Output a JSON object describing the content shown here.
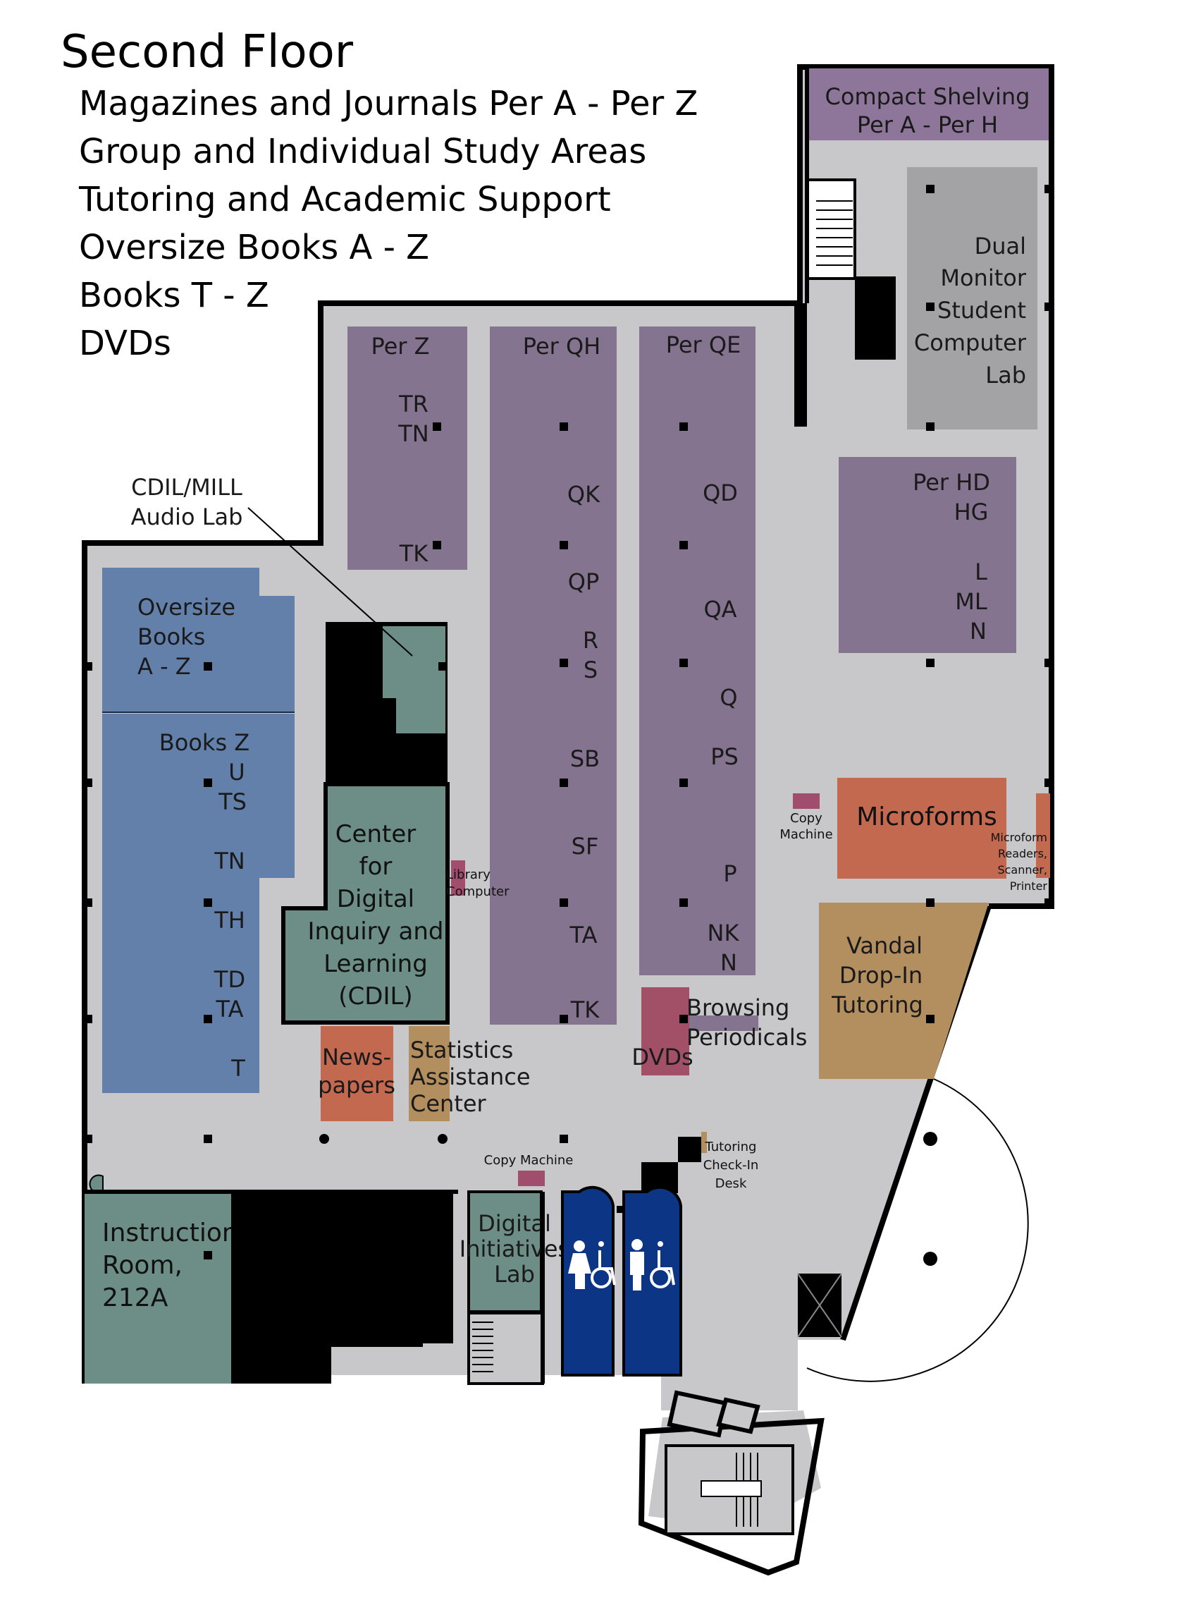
{
  "header": {
    "title": "Second Floor",
    "lines": [
      "Magazines and Journals Per A - Per Z",
      "Group and Individual Study Areas",
      "Tutoring and Academic Support",
      "Oversize Books A - Z",
      "Books T - Z",
      "DVDs"
    ]
  },
  "colors": {
    "floor": "#c8c7c9",
    "walls": "#000000",
    "periodicals": "#85748f",
    "compact_shelving": "#8e769a",
    "books": "#6280aa",
    "study_rooms": "#6d8d87",
    "computer_lab": "#a3a2a5",
    "microforms": "#c3694f",
    "tutoring": "#b38e5f",
    "restrooms": "#0c3585",
    "dvds": "#a24f68",
    "copy_machine": "#a04d6e"
  },
  "areas": {
    "compact_shelving": [
      "Compact Shelving",
      "Per A - Per H"
    ],
    "computer_lab": [
      "Dual",
      "Monitor",
      "Student",
      "Computer",
      "Lab"
    ],
    "per_z": {
      "title": "Per Z",
      "labels": [
        "TR",
        "TN",
        "TK"
      ]
    },
    "per_qh": {
      "title": "Per QH",
      "labels": [
        "QK",
        "QP",
        "R",
        "S",
        "SB",
        "SF",
        "TA",
        "TK"
      ]
    },
    "per_qe": {
      "title": "Per QE",
      "labels": [
        "QD",
        "QA",
        "Q",
        "PS",
        "P",
        "NK",
        "N"
      ]
    },
    "per_hd": [
      "Per HD",
      "HG",
      "L",
      "ML",
      "N"
    ],
    "audio_lab": [
      "CDIL/MILL",
      "Audio Lab"
    ],
    "oversize": [
      "Oversize",
      "Books",
      "A - Z"
    ],
    "books": [
      "Books Z",
      "U",
      "TS",
      "TN",
      "TH",
      "TD",
      "TA",
      "T"
    ],
    "cdil": [
      "Center",
      "for",
      "Digital",
      "Inquiry and",
      "Learning",
      "(CDIL)"
    ],
    "library_computer": [
      "Library",
      "Computer"
    ],
    "newspapers": [
      "News-",
      "papers"
    ],
    "statistics": [
      "Statistics",
      "Assistance",
      "Center"
    ],
    "dvds": "DVDs",
    "browsing": [
      "Browsing",
      "Periodicals"
    ],
    "microforms": "Microforms",
    "microform_equipment": [
      "Microform",
      "Readers,",
      "Scanner,",
      "Printer"
    ],
    "copy_machine_right": [
      "Copy",
      "Machine"
    ],
    "copy_machine_bottom": "Copy Machine",
    "vandal": [
      "Vandal",
      "Drop-In",
      "Tutoring"
    ],
    "tutoring_desk": [
      "Tutoring",
      "Check-In",
      "Desk"
    ],
    "instruction_room": [
      "Instruction",
      "Room,",
      "212A"
    ],
    "digital_initiatives": [
      "Digital",
      "Initiatives",
      "Lab"
    ]
  },
  "icons": {
    "restroom_women": "woman-restroom-icon",
    "restroom_men": "man-restroom-icon",
    "accessible": "wheelchair-icon",
    "stairs": "stairs-icon",
    "elevator": "elevator-icon",
    "column": "column-marker"
  }
}
